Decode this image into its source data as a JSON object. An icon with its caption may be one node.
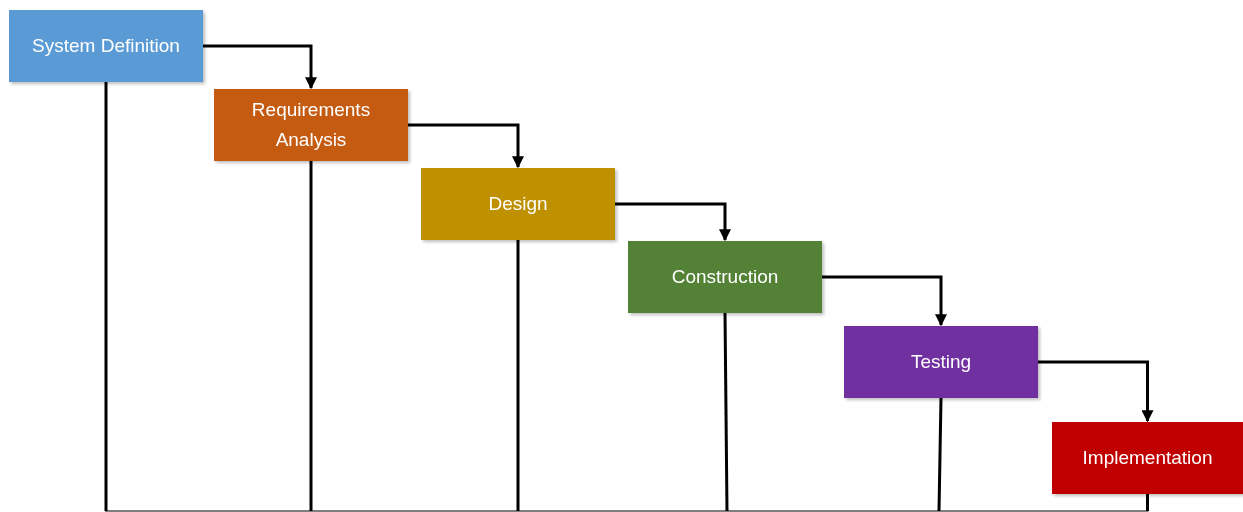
{
  "diagram": {
    "nodes": [
      {
        "text": [
          "System Definition"
        ]
      },
      {
        "text": [
          "Requirements Analysis"
        ]
      },
      {
        "text": [
          "Design"
        ]
      },
      {
        "text": [
          "Construction"
        ]
      },
      {
        "text": [
          "Testing"
        ]
      },
      {
        "text": [
          "Implementation"
        ]
      }
    ],
    "edges": [
      {
        "from": 0,
        "to": 1,
        "arrow": "to"
      },
      {
        "from": 1,
        "to": 2,
        "arrow": "to"
      },
      {
        "from": 2,
        "to": 3,
        "arrow": "to"
      },
      {
        "from": 3,
        "to": 4,
        "arrow": "to"
      },
      {
        "from": 4,
        "to": 5,
        "arrow": "to"
      },
      {
        "from": 0,
        "to": null,
        "arrow": "none"
      },
      {
        "from": 1,
        "to": null,
        "arrow": "none"
      },
      {
        "from": 2,
        "to": null,
        "arrow": "none"
      },
      {
        "from": 3,
        "to": null,
        "arrow": "none"
      },
      {
        "from": 4,
        "to": null,
        "arrow": "none"
      },
      {
        "from": 5,
        "to": null,
        "arrow": "none"
      }
    ]
  }
}
